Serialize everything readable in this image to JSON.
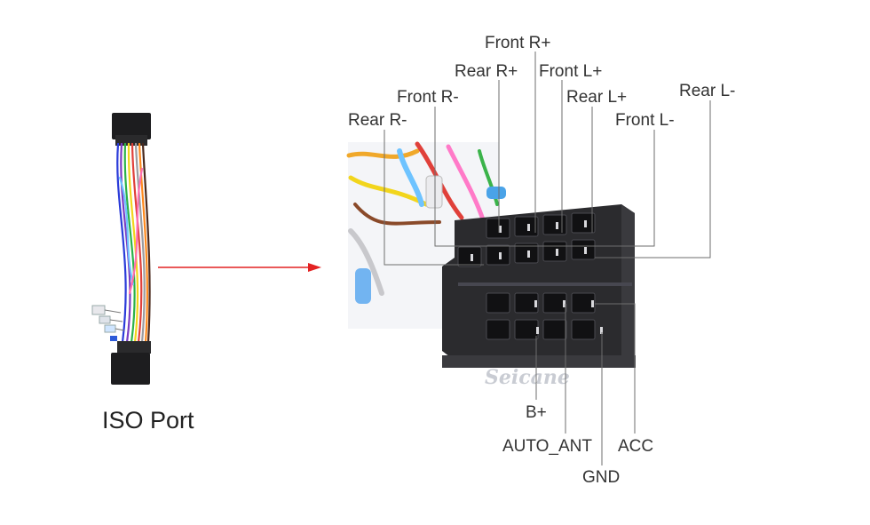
{
  "harness_label": "ISO Port",
  "watermark": "Seicane",
  "arrow_color": "#e32222",
  "pins_top": [
    "Front R+",
    "Rear R+",
    "Front L+",
    "Rear L+",
    "Front R-",
    "Rear R-",
    "Front L-",
    "Rear L-"
  ],
  "pins_bottom": [
    "B+",
    "AUTO_ANT",
    "ACC",
    "GND"
  ],
  "icons": [
    "wiring-harness-icon",
    "arrow-icon",
    "iso-connector-icon"
  ]
}
